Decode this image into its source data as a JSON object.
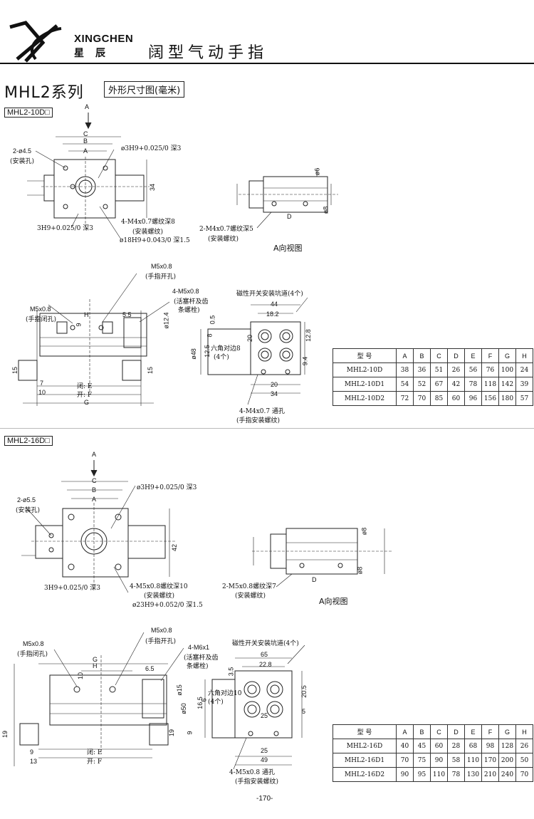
{
  "header": {
    "brand_name": "XINGCHEN",
    "brand_cn": "星辰",
    "page_title": "阔型气动手指"
  },
  "series": {
    "title": "MHL2系列",
    "unit_label": "外形尺寸图(毫米)"
  },
  "section_10": {
    "model_label": "MHL2-10D□",
    "arrow_label": "A",
    "top": {
      "hole_label": "2-ø4.5",
      "hole_note": "(安装孔)",
      "dims": [
        "C",
        "B",
        "A",
        "34"
      ],
      "pin_hole": "ø3H9+0.025/0 深3",
      "pin_hole_bottom": "3H9+0.025/0 深3",
      "thread": "4-M4x0.7螺纹深8",
      "thread_note": "(安装螺纹)",
      "bore": "ø18H9+0.043/0 深1.5"
    },
    "side": {
      "dims": [
        "ø6",
        "D",
        "ø8"
      ],
      "thread": "2-M4x0.7螺纹深5",
      "thread_note": "(安装螺纹)",
      "view_label": "A向视图"
    },
    "front": {
      "open_port": "M5x0.8",
      "open_port_note": "(手指开孔)",
      "close_port": "M5x0.8",
      "close_port_note": "(手指闭孔)",
      "piston_thread": "4-M5x0.8",
      "piston_note1": "(活塞杆及齿",
      "piston_note2": "条螺栓)",
      "dims": [
        "H",
        "9",
        "5.5",
        "ø12.4",
        "15",
        "7",
        "10",
        "15",
        "闭: E",
        "开: F",
        "G"
      ]
    },
    "end": {
      "sensor_slot": "磁性开关安装坑道(4个)",
      "dims": [
        "44",
        "18.2",
        "0.5",
        "8",
        "ø48",
        "12.5",
        "六角对边8",
        "(4个)",
        "20",
        "12.8",
        "9.4",
        "20",
        "34"
      ],
      "thread": "4-M4x0.7 通孔",
      "thread_note": "(手指安装螺纹)"
    }
  },
  "section_16": {
    "model_label": "MHL2-16D□",
    "arrow_label": "A",
    "top": {
      "hole_label": "2-ø5.5",
      "hole_note": "(安装孔)",
      "dims": [
        "C",
        "B",
        "A",
        "42"
      ],
      "pin_hole": "ø3H9+0.025/0 深3",
      "pin_hole_bottom": "3H9+0.025/0 深3",
      "thread": "4-M5x0.8螺纹深10",
      "thread_note": "(安装螺纹)",
      "bore": "ø23H9+0.052/0 深1.5"
    },
    "side": {
      "dims": [
        "ø8",
        "D",
        "ø8"
      ],
      "thread": "2-M5x0.8螺纹深7",
      "thread_note": "(安装螺纹)",
      "view_label": "A向视图"
    },
    "front": {
      "open_port": "M5x0.8",
      "open_port_note": "(手指开孔)",
      "close_port": "M5x0.8",
      "close_port_note": "(手指闭孔)",
      "piston_thread": "4-M6x1",
      "piston_note1": "(活塞杆及齿",
      "piston_note2": "条螺栓)",
      "dims": [
        "G",
        "H",
        "10",
        "6.5",
        "ø15",
        "19",
        "19",
        "9",
        "13",
        "闭: E",
        "开: F"
      ]
    },
    "end": {
      "sensor_slot": "磁性开关安装坑道(4个)",
      "dims": [
        "65",
        "22.8",
        "3.5",
        "六角对边10",
        "(4个)",
        "ø50",
        "16.5",
        "6",
        "20.5",
        "5",
        "25",
        "9",
        "25",
        "49"
      ],
      "thread": "4-M5x0.8 通孔",
      "thread_note": "(手指安装螺纹)"
    }
  },
  "table_10": {
    "headers": [
      "型 号",
      "A",
      "B",
      "C",
      "D",
      "E",
      "F",
      "G",
      "H"
    ],
    "rows": [
      [
        "MHL2-10D",
        "38",
        "36",
        "51",
        "26",
        "56",
        "76",
        "100",
        "24"
      ],
      [
        "MHL2-10D1",
        "54",
        "52",
        "67",
        "42",
        "78",
        "118",
        "142",
        "39"
      ],
      [
        "MHL2-10D2",
        "72",
        "70",
        "85",
        "60",
        "96",
        "156",
        "180",
        "57"
      ]
    ]
  },
  "table_16": {
    "headers": [
      "型 号",
      "A",
      "B",
      "C",
      "D",
      "E",
      "F",
      "G",
      "H"
    ],
    "rows": [
      [
        "MHL2-16D",
        "40",
        "45",
        "60",
        "28",
        "68",
        "98",
        "128",
        "26"
      ],
      [
        "MHL2-16D1",
        "70",
        "75",
        "90",
        "58",
        "110",
        "170",
        "200",
        "50"
      ],
      [
        "MHL2-16D2",
        "90",
        "95",
        "110",
        "78",
        "130",
        "210",
        "240",
        "70"
      ]
    ]
  },
  "footer": {
    "page_number": "-170-"
  }
}
